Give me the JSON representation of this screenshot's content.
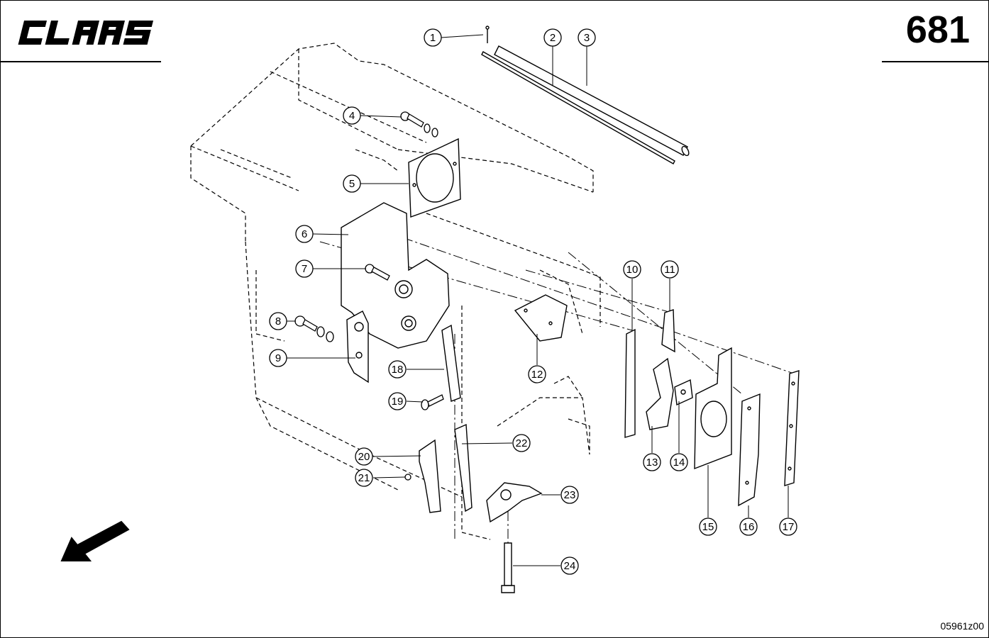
{
  "header": {
    "brand": "CLAAS",
    "page_number": "681"
  },
  "footer": {
    "drawing_code": "05961z00"
  },
  "callouts": [
    {
      "id": "1",
      "label": "1"
    },
    {
      "id": "2",
      "label": "2"
    },
    {
      "id": "3",
      "label": "3"
    },
    {
      "id": "4",
      "label": "4"
    },
    {
      "id": "5",
      "label": "5"
    },
    {
      "id": "6",
      "label": "6"
    },
    {
      "id": "7",
      "label": "7"
    },
    {
      "id": "8",
      "label": "8"
    },
    {
      "id": "9",
      "label": "9"
    },
    {
      "id": "10",
      "label": "10"
    },
    {
      "id": "11",
      "label": "11"
    },
    {
      "id": "12",
      "label": "12"
    },
    {
      "id": "13",
      "label": "13"
    },
    {
      "id": "14",
      "label": "14"
    },
    {
      "id": "15",
      "label": "15"
    },
    {
      "id": "16",
      "label": "16"
    },
    {
      "id": "17",
      "label": "17"
    },
    {
      "id": "18",
      "label": "18"
    },
    {
      "id": "19",
      "label": "19"
    },
    {
      "id": "20",
      "label": "20"
    },
    {
      "id": "21",
      "label": "21"
    },
    {
      "id": "22",
      "label": "22"
    },
    {
      "id": "23",
      "label": "23"
    },
    {
      "id": "24",
      "label": "24"
    }
  ],
  "icons": {
    "direction": "direction-arrow-icon"
  },
  "colors": {
    "ink": "#000000",
    "paper": "#ffffff"
  }
}
